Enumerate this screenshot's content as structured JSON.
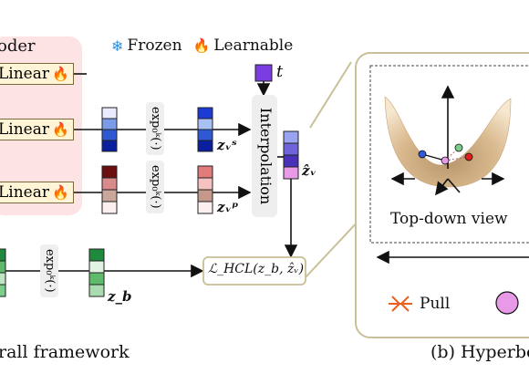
{
  "left_panel": {
    "encoder_title": "oder",
    "linear_label": "Linear",
    "linear_rows": [
      "Linear",
      "Linear",
      "Linear"
    ],
    "exp_label": "exp₀ᵏ(·)",
    "interpolation_label": "Interpolation",
    "t_label": "t",
    "zvs_label": "zᵥˢ",
    "zvp_label": "zᵥᵖ",
    "zv_hat_label": "ẑᵥ",
    "zb_label": "z_b",
    "loss_label": "ℒ_HCL(z_b, ẑᵥ)",
    "caption": "rall framework"
  },
  "legend": {
    "frozen_icon": "snowflake-icon",
    "frozen_label": "Frozen",
    "learnable_icon": "flame-icon",
    "learnable_label": "Learnable"
  },
  "right_panel": {
    "view_label": "Top-down view",
    "pull_label": "Pull",
    "caption": "(b) Hyperbo"
  },
  "colors": {
    "encoder_bg": "#fde3e3",
    "linear_bg": "#fff5d6",
    "panel_border": "#c9bf98",
    "blue_stack": [
      "#e9ecff",
      "#7b9be8",
      "#2f59d3",
      "#0a1f9e"
    ],
    "red_stack": [
      "#6b0e10",
      "#d98a8a",
      "#c9a79b",
      "#fbf0ef"
    ],
    "hat_stack": [
      "#9aa3f2",
      "#6e63d8",
      "#4a2fb8",
      "#e89ae8"
    ],
    "green_stack": [
      "#1f8a3e",
      "#5dbb6b",
      "#bfe6c3",
      "#7ccf8b"
    ]
  }
}
